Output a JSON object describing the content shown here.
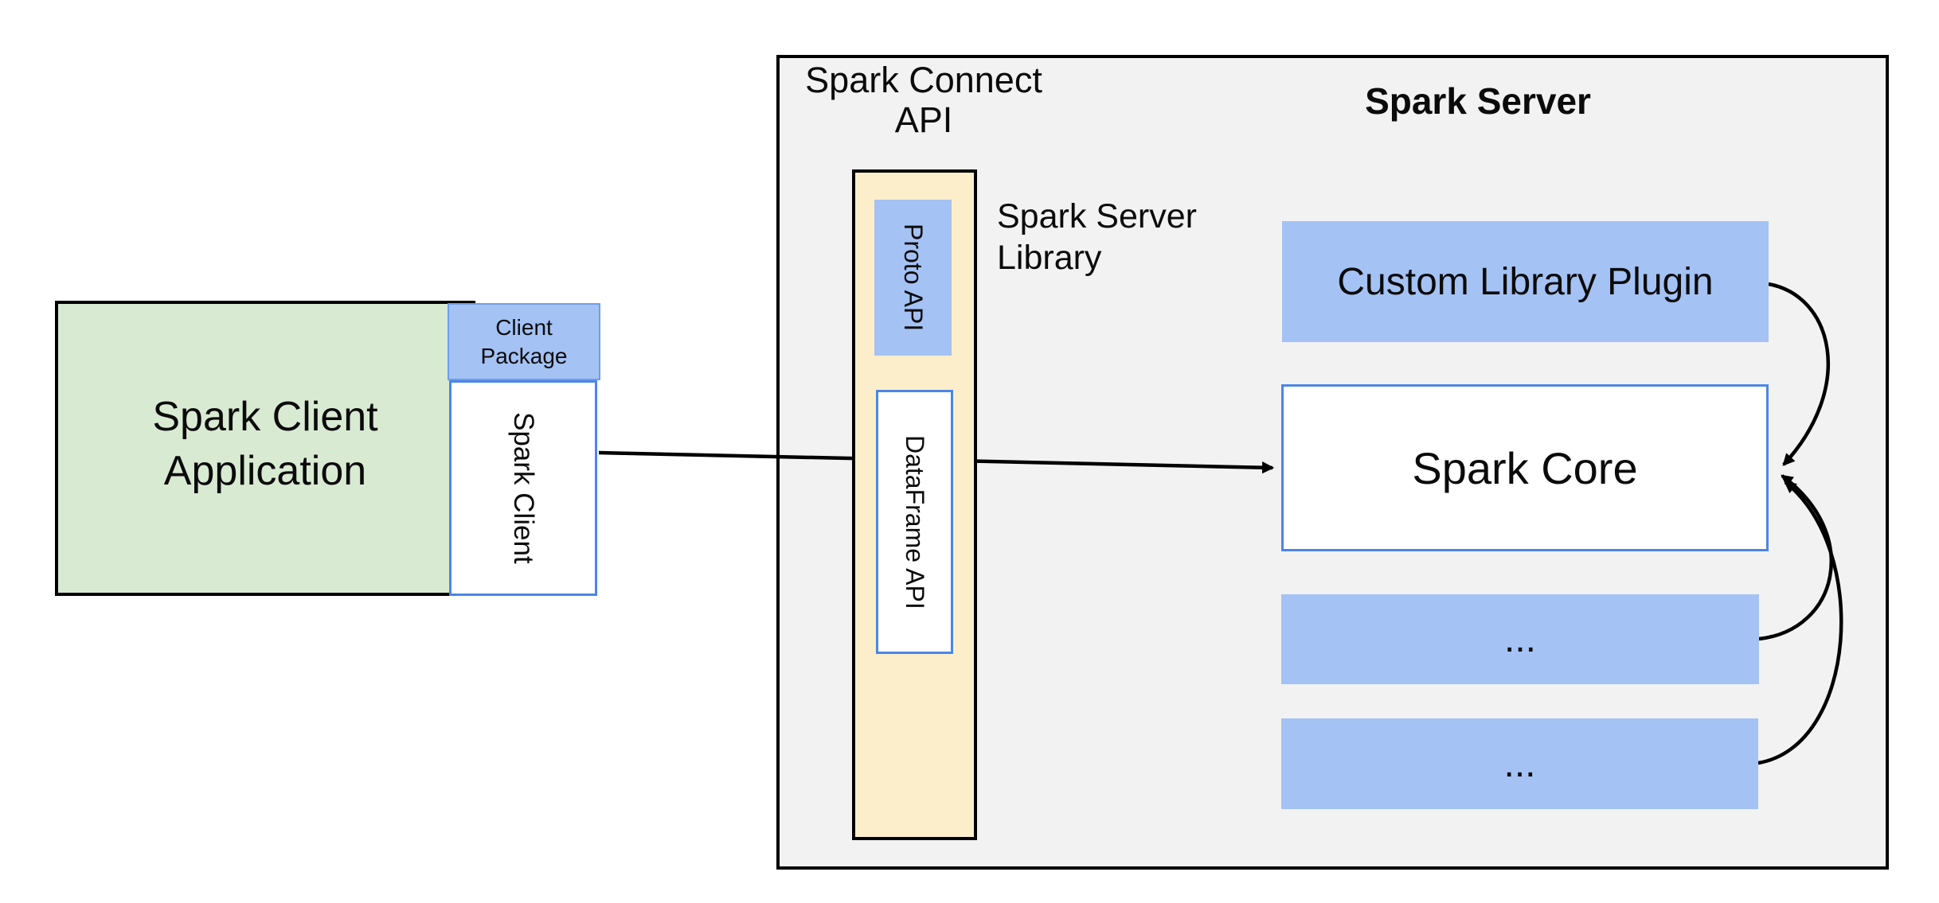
{
  "colors": {
    "green": "#d9ead3",
    "blue_light": "#a4c2f4",
    "blue_border": "#4a86e8",
    "yellow": "#fdeecb",
    "gray": "#f2f2f3",
    "line": "#000000"
  },
  "client_app": {
    "line1": "Spark Client",
    "line2": "Application"
  },
  "client_package": {
    "line1": "Client",
    "line2": "Package"
  },
  "spark_client": {
    "label": "Spark Client"
  },
  "connect_api_label": {
    "line1": "Spark Connect",
    "line2": "API"
  },
  "server_title": "Spark Server",
  "proto_api": {
    "label": "Proto  API"
  },
  "dataframe_api": {
    "label": "DataFrame API"
  },
  "server_library_label": {
    "line1": "Spark Server",
    "line2": "Library"
  },
  "custom_plugin": {
    "label": "Custom Library Plugin"
  },
  "spark_core": {
    "label": "Spark Core"
  },
  "placeholder_box_1": {
    "label": "..."
  },
  "placeholder_box_2": {
    "label": "..."
  }
}
